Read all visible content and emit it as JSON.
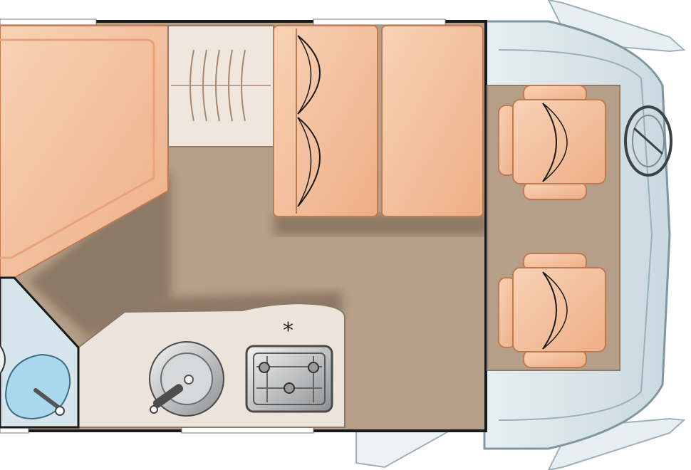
{
  "annotations": {
    "star_marker": "*"
  },
  "palette": {
    "floor": "#b59f89",
    "floor_shadow": "#7a6552",
    "cushion": "#f4c09e",
    "cushion_edge": "#c87a52",
    "counter": "#ece4da",
    "cabin_glass": "#dde8ec",
    "cabin_frame": "#8fa6ae",
    "outline": "#1a1a1a",
    "basin_blue": "#a9d8ec"
  },
  "icons": [
    "double-bed",
    "wardrobe",
    "bench-seat",
    "dinette-seat",
    "driver-seat",
    "passenger-seat",
    "steering-wheel",
    "sink",
    "stove",
    "washbasin"
  ]
}
